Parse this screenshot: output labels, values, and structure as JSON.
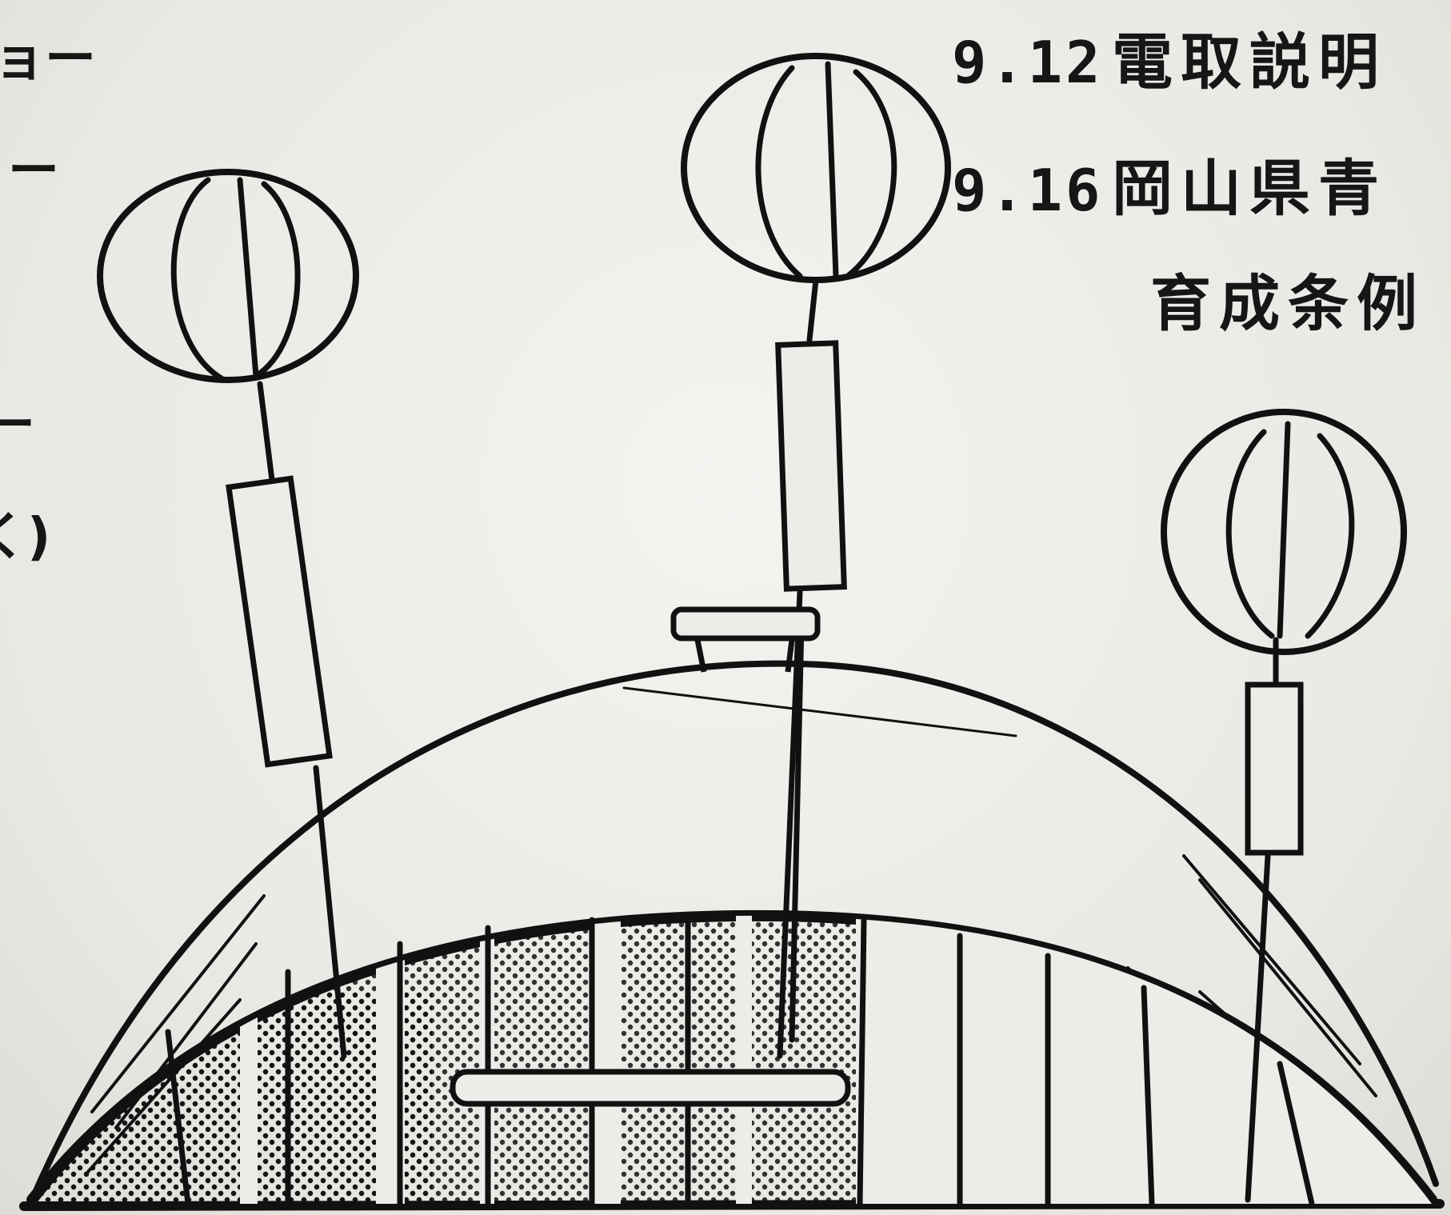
{
  "left_fragments": [
    "ョー",
    "ー",
    "ー",
    "く)"
  ],
  "entries": [
    {
      "date": "9.12",
      "text": "電取説明"
    },
    {
      "date": "9.16",
      "text": "岡山県青"
    },
    {
      "date": "",
      "text": "育成条例"
    }
  ],
  "illustration": {
    "subject": "dome-with-three-antennas",
    "ink_color": "#111111",
    "paper_color": "#ecebe8"
  }
}
